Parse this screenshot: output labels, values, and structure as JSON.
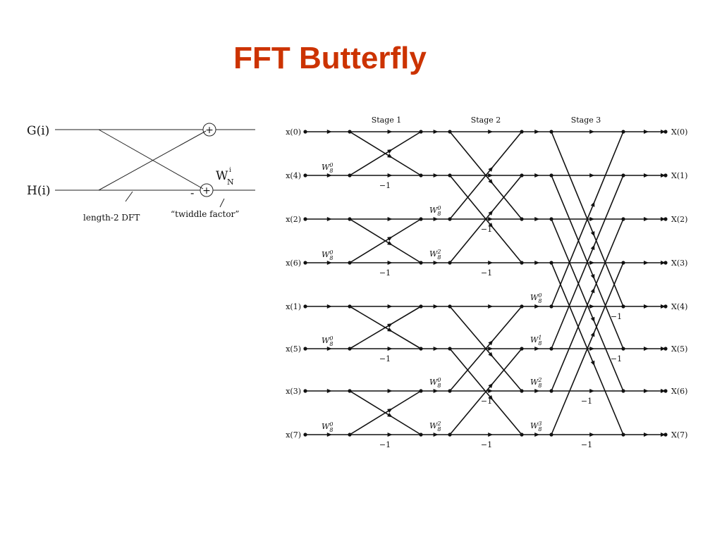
{
  "slide": {
    "title": "FFT Butterfly",
    "title_color": "#cc3300"
  },
  "butterfly": {
    "input_top": "G(i)",
    "input_bottom": "H(i)",
    "adder_symbol": "+",
    "minus_sign": "-",
    "twiddle_base": "W",
    "twiddle_sup": "i",
    "twiddle_sub": "N",
    "label_dft": "length-2 DFT",
    "label_twiddle": "“twiddle factor”"
  },
  "fft": {
    "stages": [
      "Stage 1",
      "Stage 2",
      "Stage 3"
    ],
    "inputs": [
      "x(0)",
      "x(4)",
      "x(2)",
      "x(6)",
      "x(1)",
      "x(5)",
      "x(3)",
      "x(7)"
    ],
    "outputs": [
      "X(0)",
      "X(1)",
      "X(2)",
      "X(3)",
      "X(4)",
      "X(5)",
      "X(6)",
      "X(7)"
    ],
    "neg_one": "−1",
    "stage1_twiddles": [
      {
        "row": 1,
        "base": "W",
        "sub": "8",
        "sup": "0"
      },
      {
        "row": 3,
        "base": "W",
        "sub": "8",
        "sup": "0"
      },
      {
        "row": 5,
        "base": "W",
        "sub": "8",
        "sup": "0"
      },
      {
        "row": 7,
        "base": "W",
        "sub": "8",
        "sup": "0"
      }
    ],
    "stage2_twiddles": [
      {
        "row": 2,
        "base": "W",
        "sub": "8",
        "sup": "0"
      },
      {
        "row": 3,
        "base": "W",
        "sub": "8",
        "sup": "2"
      },
      {
        "row": 6,
        "base": "W",
        "sub": "8",
        "sup": "0"
      },
      {
        "row": 7,
        "base": "W",
        "sub": "8",
        "sup": "2"
      }
    ],
    "stage3_twiddles": [
      {
        "row": 4,
        "base": "W",
        "sub": "8",
        "sup": "0"
      },
      {
        "row": 5,
        "base": "W",
        "sub": "8",
        "sup": "1"
      },
      {
        "row": 6,
        "base": "W",
        "sub": "8",
        "sup": "2"
      },
      {
        "row": 7,
        "base": "W",
        "sub": "8",
        "sup": "3"
      }
    ]
  }
}
